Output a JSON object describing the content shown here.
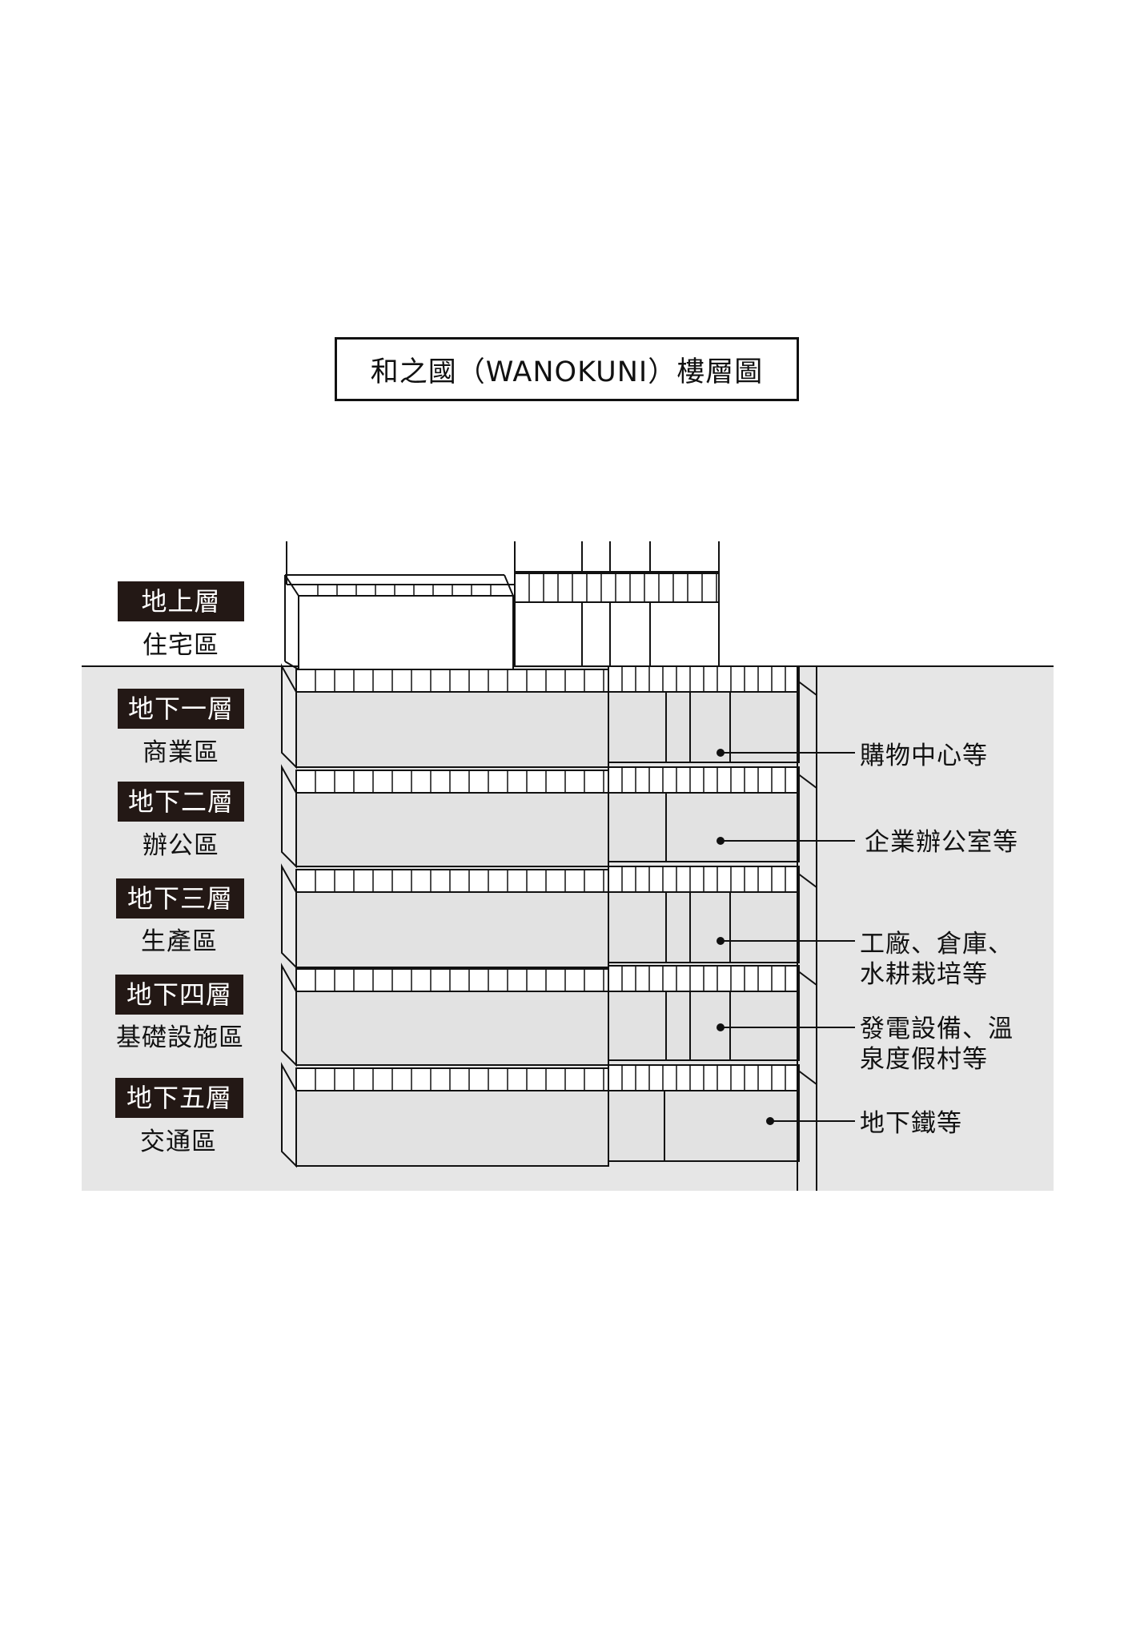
{
  "title": "和之國（WANOKUNI）樓層圖",
  "levels": [
    {
      "tag": "地上層",
      "zone": "住宅區"
    },
    {
      "tag": "地下一層",
      "zone": "商業區"
    },
    {
      "tag": "地下二層",
      "zone": "辦公區"
    },
    {
      "tag": "地下三層",
      "zone": "生產區"
    },
    {
      "tag": "地下四層",
      "zone": "基礎設施區"
    },
    {
      "tag": "地下五層",
      "zone": "交通區"
    }
  ],
  "callouts": [
    {
      "line1": "購物中心等",
      "line2": ""
    },
    {
      "line1": "企業辦公室等",
      "line2": ""
    },
    {
      "line1": "工廠、倉庫、",
      "line2": "水耕栽培等"
    },
    {
      "line1": "發電設備、溫",
      "line2": "泉度假村等"
    },
    {
      "line1": "地下鐵等",
      "line2": ""
    }
  ],
  "colors": {
    "ground": "#e6e6e6",
    "tag_bg": "#231815",
    "line": "#111111"
  }
}
